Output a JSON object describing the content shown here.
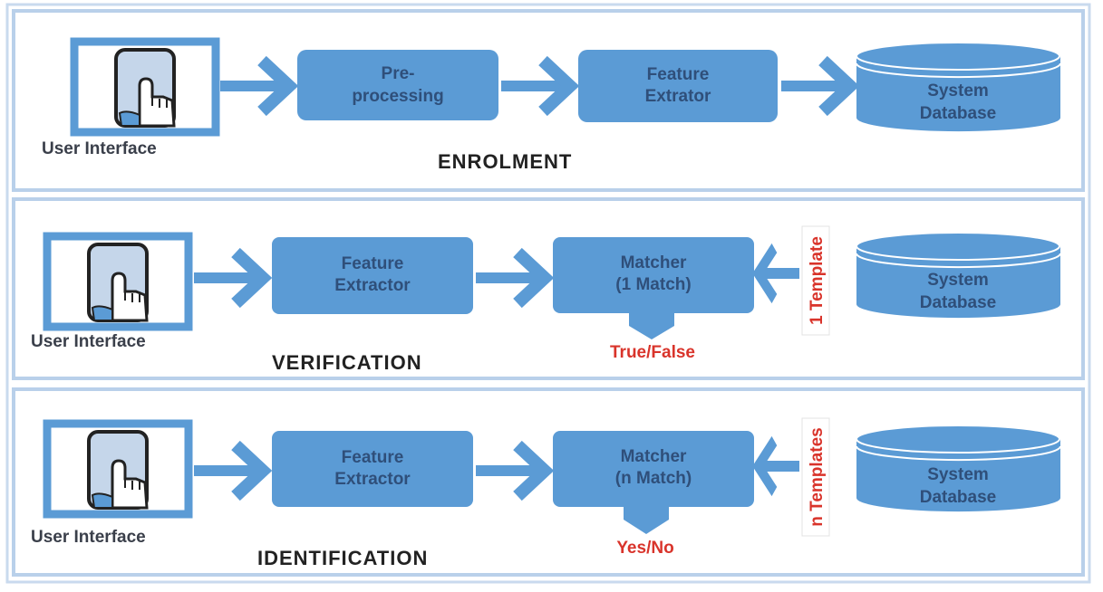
{
  "colors": {
    "box": "#5b9bd5",
    "frame": "#b9d0ea",
    "text": "#2f4f7a",
    "result": "#d9342b"
  },
  "enrolment": {
    "title": "ENROLMENT",
    "user_interface": "User Interface",
    "step1_line1": "Pre-",
    "step1_line2": "processing",
    "step2_line1": "Feature",
    "step2_line2": "Extrator",
    "db_line1": "System",
    "db_line2": "Database"
  },
  "verification": {
    "title": "VERIFICATION",
    "user_interface": "User Interface",
    "step1_line1": "Feature",
    "step1_line2": "Extractor",
    "matcher_line1": "Matcher",
    "matcher_line2": "(1 Match)",
    "result": "True/False",
    "template": "1 Template",
    "db_line1": "System",
    "db_line2": "Database"
  },
  "identification": {
    "title": "IDENTIFICATION",
    "user_interface": "User Interface",
    "step1_line1": "Feature",
    "step1_line2": "Extractor",
    "matcher_line1": "Matcher",
    "matcher_line2": "(n Match)",
    "result": "Yes/No",
    "template": "n Templates",
    "db_line1": "System",
    "db_line2": "Database"
  }
}
